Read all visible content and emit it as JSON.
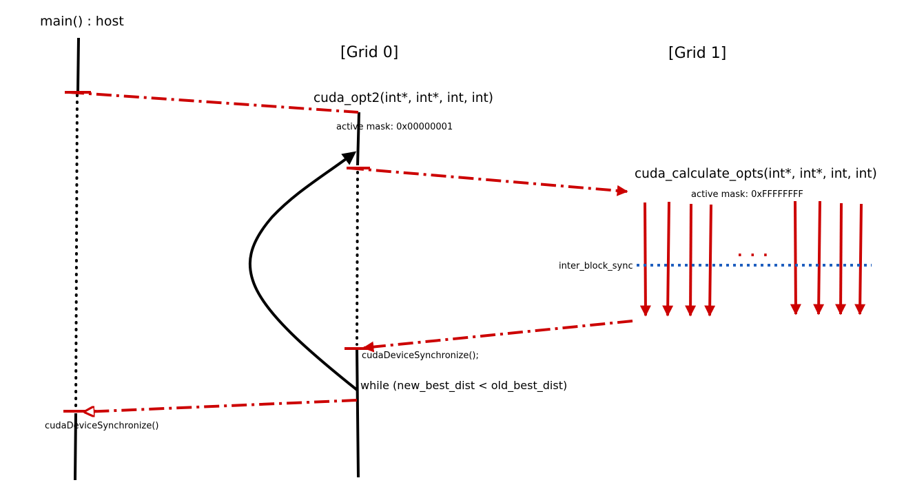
{
  "host_label": "main() : host",
  "grid0_label": "[Grid 0]",
  "grid1_label": "[Grid 1]",
  "kernel0_name": "cuda_opt2(int*, int*, int, int)",
  "kernel0_mask": "active mask: 0x00000001",
  "kernel1_name": "cuda_calculate_opts(int*, int*, int, int)",
  "kernel1_mask": "active mask: 0xFFFFFFFF",
  "sync_label": "inter_block_sync",
  "ellipsis": ". . .",
  "grid0_sync_call": "cudaDeviceSynchronize();",
  "loop_condition": "while (new_best_dist < old_best_dist)",
  "host_sync_call": "cudaDeviceSynchronize()",
  "colors": {
    "launch_arrow": "#cc0000",
    "thread_arrow": "#cc0000",
    "sync_line": "#1f5fbf",
    "timeline": "#000000"
  }
}
